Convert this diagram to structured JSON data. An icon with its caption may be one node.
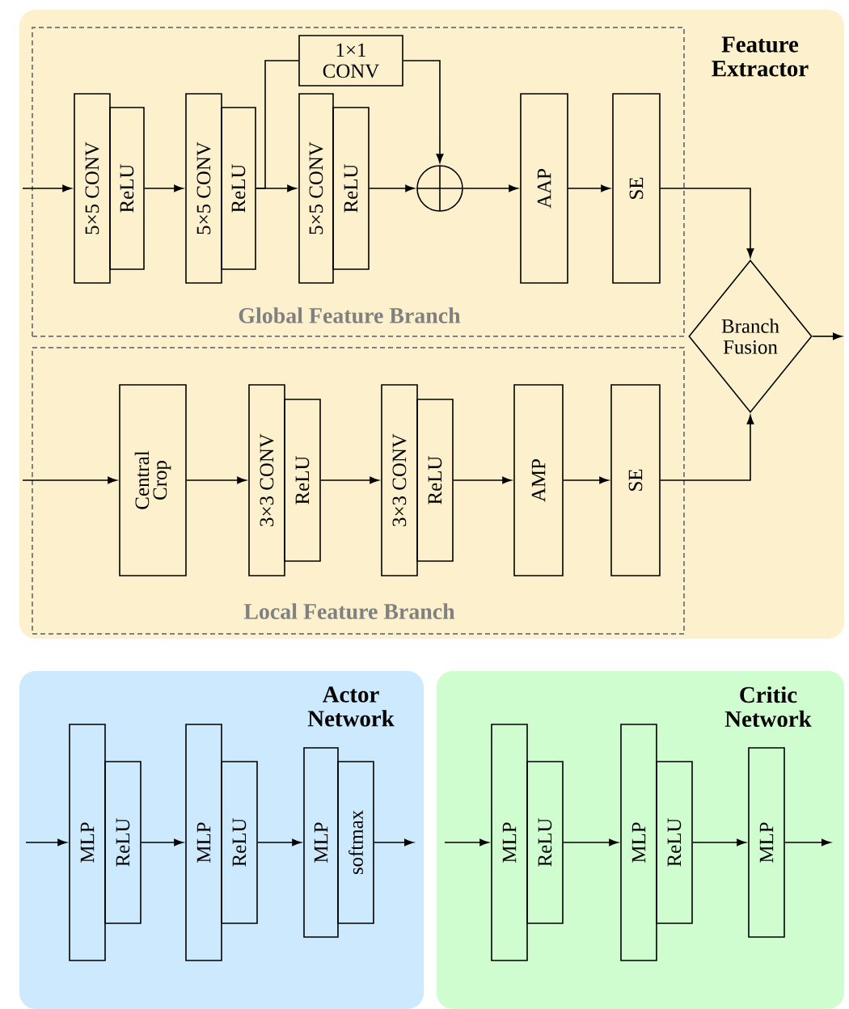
{
  "diagram": {
    "nodes": [
      {
        "text": [
          "Feature Extractor"
        ]
      },
      {
        "text": [
          "Global Feature Branch"
        ],
        "in": 0
      },
      {
        "text": [
          "5×5 CONV"
        ],
        "in": 1
      },
      {
        "text": [
          "ReLU"
        ],
        "in": 1
      },
      {
        "text": [
          "5×5 CONV"
        ],
        "in": 1
      },
      {
        "text": [
          "ReLU"
        ],
        "in": 1
      },
      {
        "text": [
          "1×1 CONV"
        ],
        "in": 1
      },
      {
        "text": [
          "5×5 CONV"
        ],
        "in": 1
      },
      {
        "text": [
          "ReLU"
        ],
        "in": 1
      },
      {
        "text": [],
        "shape": "circle",
        "in": 1
      },
      {
        "text": [
          "AAP"
        ],
        "in": 1
      },
      {
        "text": [
          "SE"
        ],
        "in": 1
      },
      {
        "text": [
          "Branch Fusion"
        ],
        "in": 0
      },
      {
        "text": [
          "Local Feature Branch"
        ],
        "in": 0
      },
      {
        "text": [
          "Central Crop"
        ],
        "in": 13
      },
      {
        "text": [
          "3×3 CONV"
        ],
        "in": 13
      },
      {
        "text": [
          "ReLU"
        ],
        "in": 13
      },
      {
        "text": [
          "3×3 CONV"
        ],
        "in": 13
      },
      {
        "text": [
          "ReLU"
        ],
        "in": 13
      },
      {
        "text": [
          "AMP"
        ],
        "in": 13
      },
      {
        "text": [
          "SE"
        ],
        "in": 13
      },
      {
        "text": [
          "Actor Network"
        ]
      },
      {
        "text": [
          "MLP"
        ],
        "in": 21
      },
      {
        "text": [
          "ReLU"
        ],
        "in": 21
      },
      {
        "text": [
          "MLP"
        ],
        "in": 21
      },
      {
        "text": [
          "ReLU"
        ],
        "in": 21
      },
      {
        "text": [
          "MLP"
        ],
        "in": 21
      },
      {
        "text": [
          "softmax"
        ],
        "in": 21
      },
      {
        "text": [
          "Critic Network"
        ]
      },
      {
        "text": [
          "MLP"
        ],
        "in": 28
      },
      {
        "text": [
          "ReLU"
        ],
        "in": 28
      },
      {
        "text": [
          "MLP"
        ],
        "in": 28
      },
      {
        "text": [
          "ReLU"
        ],
        "in": 28
      },
      {
        "text": [
          "MLP"
        ],
        "in": 28
      }
    ],
    "edges": [
      {
        "from": null,
        "to": 2,
        "arrow": "to"
      },
      {
        "from": 3,
        "to": 4,
        "arrow": "to"
      },
      {
        "from": 5,
        "to": 7,
        "arrow": "to"
      },
      {
        "from": 5,
        "to": 6,
        "arrow": "none"
      },
      {
        "from": 6,
        "to": 9,
        "arrow": "to"
      },
      {
        "from": 8,
        "to": 9,
        "arrow": "to"
      },
      {
        "from": 9,
        "to": 10,
        "arrow": "to"
      },
      {
        "from": 10,
        "to": 11,
        "arrow": "to"
      },
      {
        "from": 11,
        "to": 12,
        "arrow": "to"
      },
      {
        "from": null,
        "to": 14,
        "arrow": "to"
      },
      {
        "from": 14,
        "to": 15,
        "arrow": "to"
      },
      {
        "from": 16,
        "to": 17,
        "arrow": "to"
      },
      {
        "from": 18,
        "to": 19,
        "arrow": "to"
      },
      {
        "from": 19,
        "to": 20,
        "arrow": "to"
      },
      {
        "from": 20,
        "to": 12,
        "arrow": "to"
      },
      {
        "from": 12,
        "to": null,
        "arrow": "to"
      },
      {
        "from": null,
        "to": 22,
        "arrow": "to"
      },
      {
        "from": 23,
        "to": 24,
        "arrow": "to"
      },
      {
        "from": 25,
        "to": 26,
        "arrow": "to"
      },
      {
        "from": 27,
        "to": null,
        "arrow": "to"
      },
      {
        "from": null,
        "to": 29,
        "arrow": "to"
      },
      {
        "from": 30,
        "to": 31,
        "arrow": "to"
      },
      {
        "from": 32,
        "to": 33,
        "arrow": "to"
      },
      {
        "from": 33,
        "to": null,
        "arrow": "to"
      }
    ]
  }
}
